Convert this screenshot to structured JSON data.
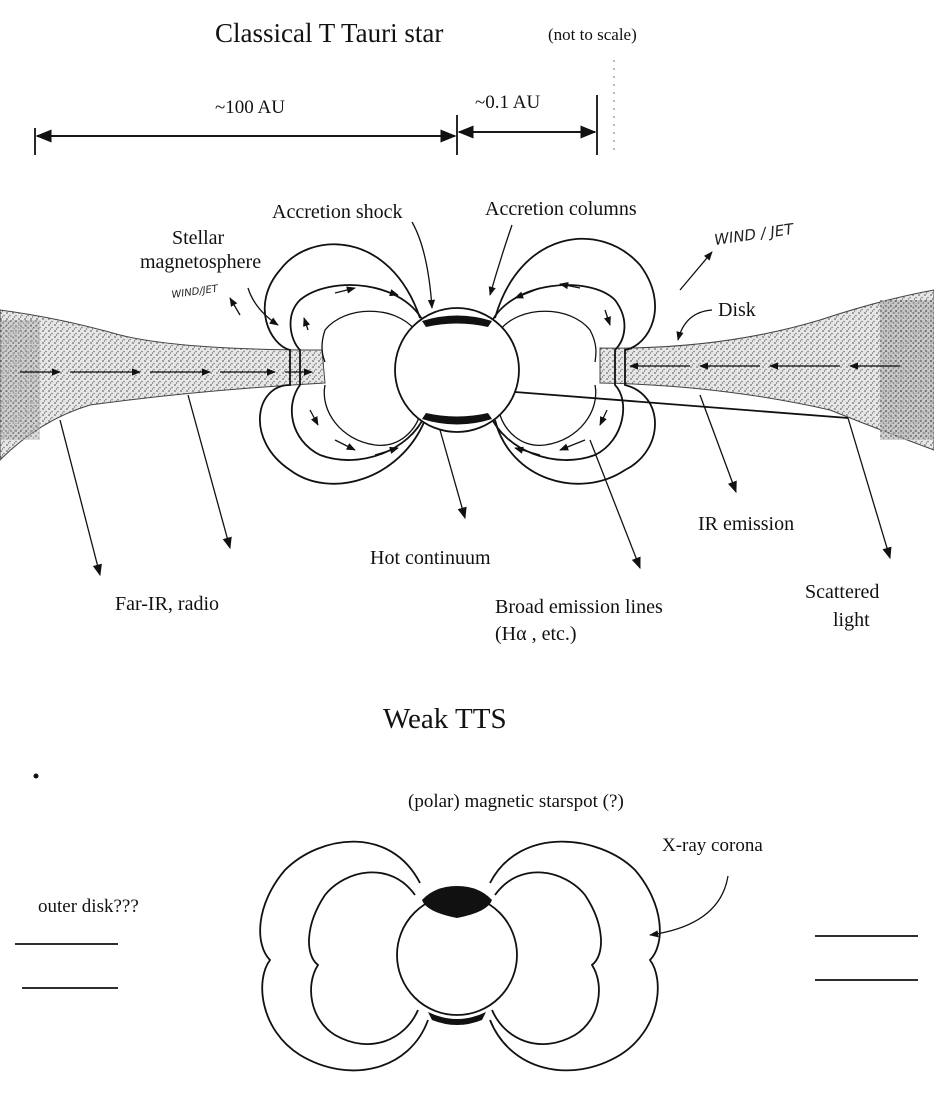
{
  "top": {
    "title": "Classical  T Tauri star",
    "scale_note": "(not to scale)",
    "scale_left": "~100 AU",
    "scale_right": "~0.1 AU",
    "labels": {
      "accretion_shock": "Accretion shock",
      "accretion_columns": "Accretion columns",
      "stellar": "Stellar",
      "magnetosphere": "magnetosphere",
      "wind_small": "WIND/JET",
      "wind_large": "WIND / JET",
      "disk": "Disk",
      "ir_emission": "IR emission",
      "hot_continuum": "Hot  continuum",
      "far_ir": "Far-IR, radio",
      "broad_lines": "Broad emission lines",
      "broad_lines_2": "(Hα , etc.)",
      "scattered": "Scattered",
      "light": "light"
    }
  },
  "bottom": {
    "title": "Weak TTS",
    "starspot": "(polar) magnetic starspot (?)",
    "corona": "X-ray corona",
    "outer_disk": "outer disk???"
  }
}
